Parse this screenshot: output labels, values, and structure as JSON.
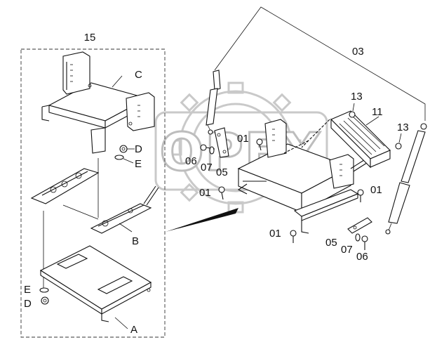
{
  "diagram": {
    "watermark_text": "OPEX",
    "assembly_label": "15",
    "labels": {
      "c": "C",
      "d_top": "D",
      "e_top": "E",
      "b": "B",
      "e_bottom": "E",
      "d_bottom": "D",
      "a": "A",
      "p03": "03",
      "p13_left": "13",
      "p11": "11",
      "p13_right": "13",
      "p01_top": "01",
      "p06_left": "06",
      "p07_left": "07",
      "p05_left": "05",
      "p01_mid_left": "01",
      "p01_right": "01",
      "p01_bottom": "01",
      "p05_right": "05",
      "p07_right": "07",
      "p06_right": "06"
    }
  }
}
